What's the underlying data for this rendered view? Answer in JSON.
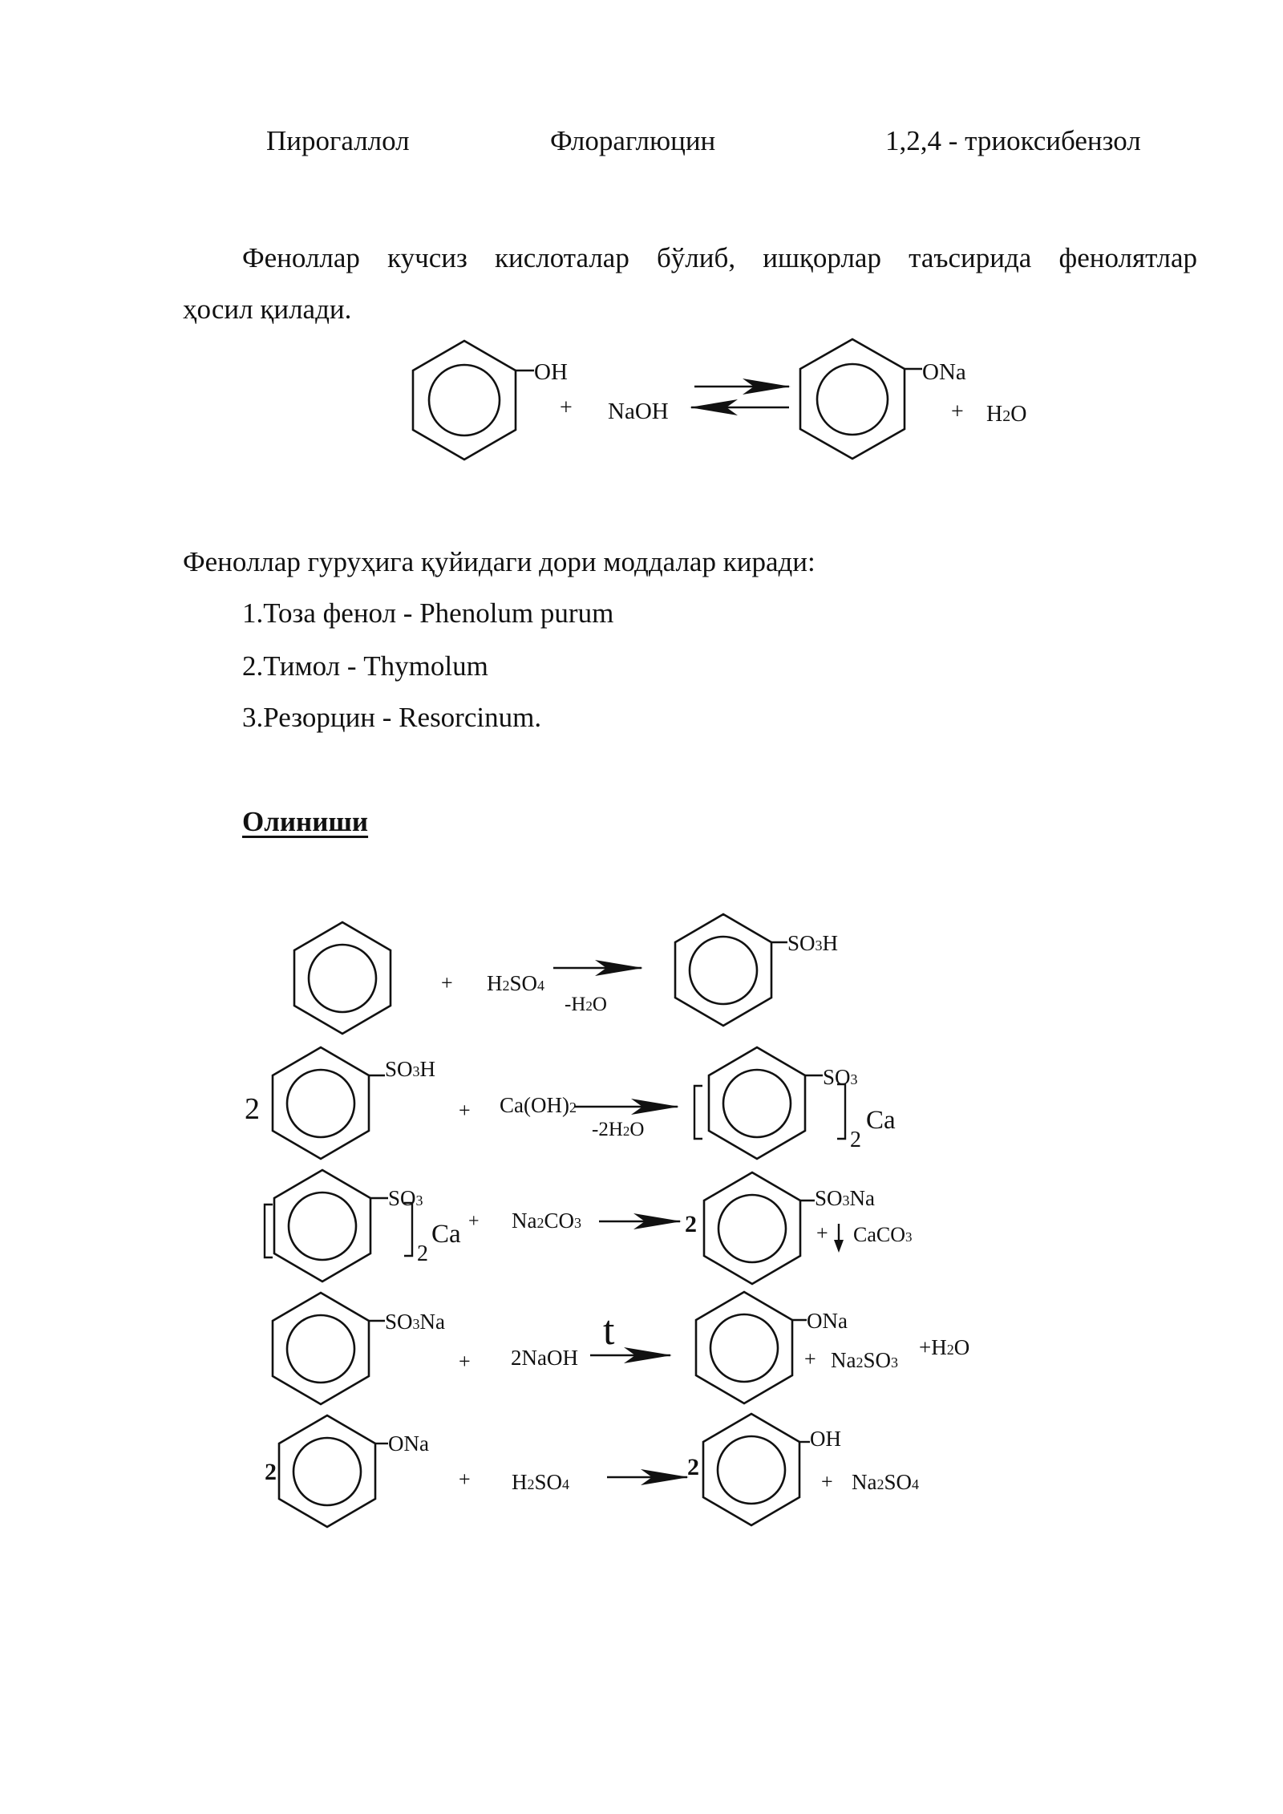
{
  "header_names": {
    "pyrogallol": "Пирогаллол",
    "phloroglucin": "Флораглюцин",
    "trioxybenzene": "1,2,4 - триоксибензол"
  },
  "paragraph": {
    "line1": "Феноллар кучсиз кислоталар бўлиб, ишқорлар таъсирида фенолятлар",
    "line2": "ҳосил қилади."
  },
  "eq0": {
    "oh": "OH",
    "plus1": "+",
    "naoh": "NaOH",
    "ona": "ONa",
    "plus2": "+",
    "h2o": "H2O"
  },
  "list": {
    "intro": "Феноллар гуруҳига қуйидаги дори моддалар киради:",
    "items": [
      "1.Тоза фенол - Phenolum purum",
      "2.Тимол - Thymolum",
      "3.Резорцин - Resorcinum."
    ]
  },
  "heading": "Олиниши",
  "scheme": {
    "r1": {
      "plus": "+",
      "reagent": "H2SO4",
      "below": "-H2O",
      "product_sub": "SO3H"
    },
    "r2": {
      "coef": "2",
      "sub": "SO3H",
      "plus": "+",
      "reagent": "Ca(OH)2",
      "below": "-2H2O",
      "prod_sub": "SO3",
      "idx": "2",
      "ca": "Ca"
    },
    "r3": {
      "sub": "SO3",
      "idx": "2",
      "ca": "Ca",
      "plus1": "+",
      "reagent": "Na2CO3",
      "coef": "2",
      "prod_sub": "SO3Na",
      "plus2": "+",
      "caco3": "CaCO3"
    },
    "r4": {
      "sub": "SO3Na",
      "plus1": "+",
      "reagent": "2NaOH",
      "above": "t",
      "prod_sub": "ONa",
      "plus2": "+",
      "na2so3": "Na2SO3",
      "h2o": "+H2O"
    },
    "r5": {
      "coef": "2",
      "sub": "ONa",
      "plus1": "+",
      "reagent": "H2SO4",
      "coef2": "2",
      "prod_sub": "OH",
      "plus2": "+",
      "na2so4": "Na2SO4"
    }
  }
}
